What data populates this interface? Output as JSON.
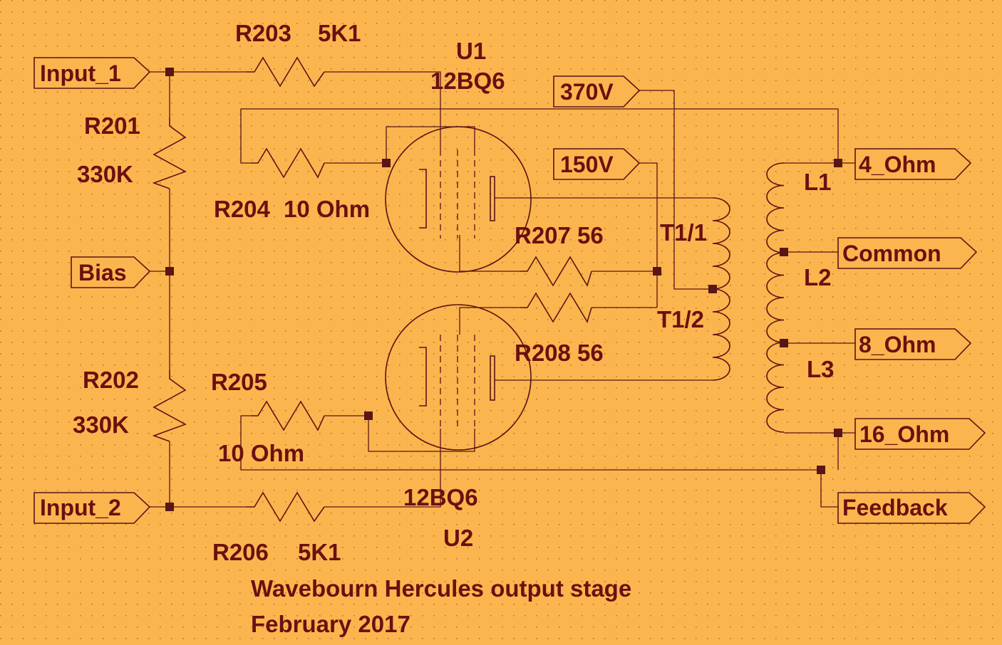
{
  "ports": {
    "input_1": "Input_1",
    "bias": "Bias",
    "input_2": "Input_2",
    "v370": "370V",
    "v150": "150V",
    "ohm4": "4_Ohm",
    "common": "Common",
    "ohm8": "8_Ohm",
    "ohm16": "16_Ohm",
    "feedback": "Feedback"
  },
  "components": {
    "r203": {
      "ref": "R203",
      "value": "5K1"
    },
    "r201": {
      "ref": "R201",
      "value": "330K"
    },
    "r202": {
      "ref": "R202",
      "value": "330K"
    },
    "r204": {
      "ref": "R204",
      "value": "10 Ohm"
    },
    "r205": {
      "ref": "R205",
      "value": "10 Ohm"
    },
    "r206": {
      "ref": "R206",
      "value": "5K1"
    },
    "r207": {
      "label": "R207 56"
    },
    "r208": {
      "label": "R208 56"
    },
    "u1": {
      "ref": "U1",
      "type": "12BQ6"
    },
    "u2": {
      "ref": "U2",
      "type": "12BQ6"
    },
    "t1_1": "T1/1",
    "t1_2": "T1/2",
    "l1": "L1",
    "l2": "L2",
    "l3": "L3"
  },
  "caption": {
    "line1": "Wavebourn Hercules output stage",
    "line2": "February 2017"
  },
  "colors": {
    "background": "#fbb54f",
    "ink": "#5a1515"
  }
}
